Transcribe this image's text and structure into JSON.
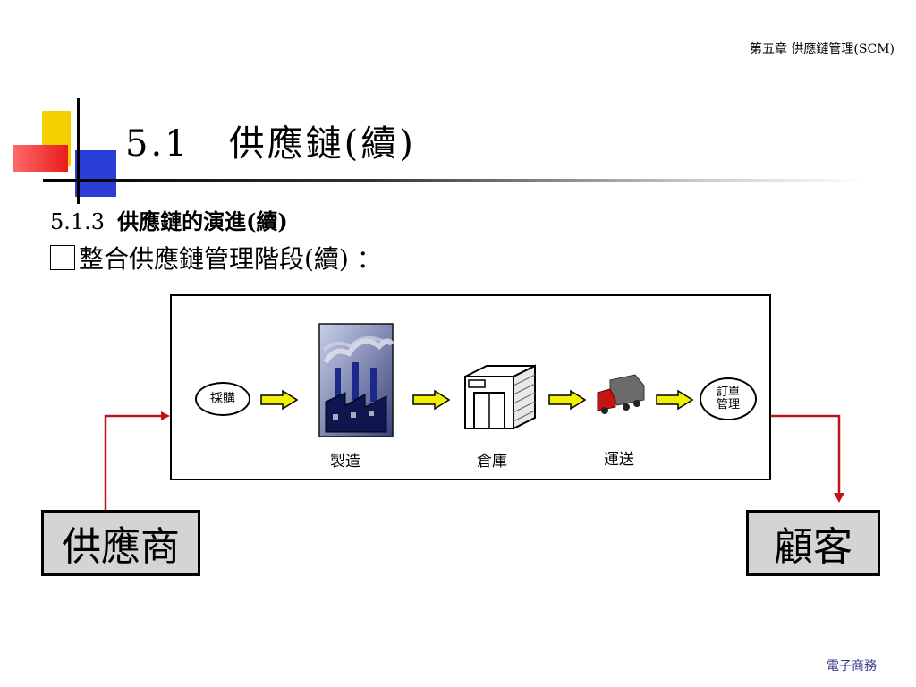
{
  "header": {
    "chapter": "第五章  供應鏈管理(SCM)"
  },
  "title": "5.1　供應鏈(續)",
  "subtitle": {
    "number": "5.1.3",
    "text": "供應鏈的演進(續)"
  },
  "bullet": "整合供應鏈管理階段(續) ：",
  "diagram": {
    "start": "採購",
    "stages": [
      "製造",
      "倉庫",
      "運送"
    ],
    "end": "訂單管理",
    "supplier": "供應商",
    "customer": "顧客"
  },
  "footer": "電子商務",
  "colors": {
    "arrow_fill": "#f2f200",
    "connector": "#c0141c",
    "box_fill": "#d4d4d4"
  }
}
